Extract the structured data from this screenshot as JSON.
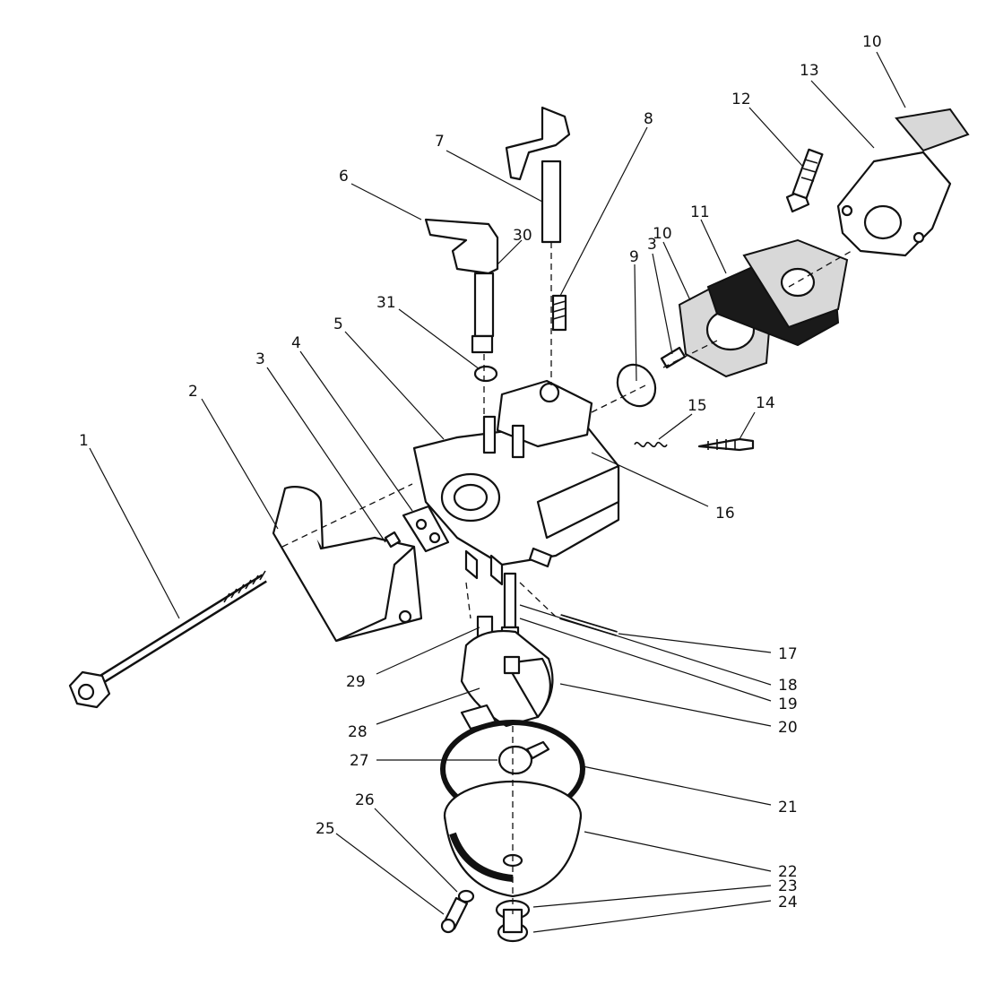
{
  "labels": {
    "n1": "1",
    "n2": "2",
    "n3a": "3",
    "n3b": "3",
    "n4": "4",
    "n5": "5",
    "n6": "6",
    "n7": "7",
    "n8": "8",
    "n9": "9",
    "n10a": "10",
    "n10b": "10",
    "n11": "11",
    "n12": "12",
    "n13": "13",
    "n14": "14",
    "n15": "15",
    "n16": "16",
    "n17": "17",
    "n18": "18",
    "n19": "19",
    "n20": "20",
    "n21": "21",
    "n22": "22",
    "n23": "23",
    "n24": "24",
    "n25": "25",
    "n26": "26",
    "n27": "27",
    "n28": "28",
    "n29": "29",
    "n30": "30",
    "n31": "31"
  },
  "colors": {
    "line": "#111111",
    "background": "#ffffff",
    "gasket": "#1a1a1a"
  }
}
